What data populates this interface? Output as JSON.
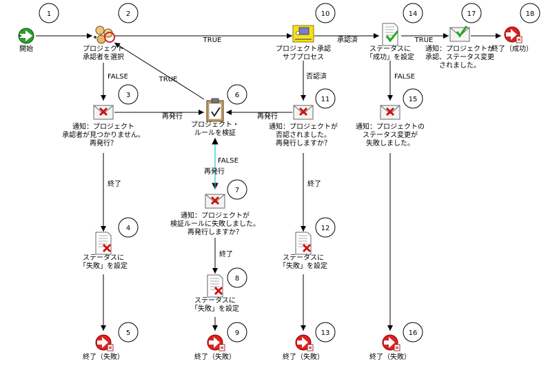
{
  "nodes": [
    {
      "id": "1",
      "type": "start",
      "label": [
        "開始"
      ]
    },
    {
      "id": "2",
      "type": "people",
      "label": [
        "プロジェクト",
        "承認者を選択"
      ]
    },
    {
      "id": "3",
      "type": "mail-error",
      "label": [
        "通知：プロジェクト",
        "承認者が見つかりません。",
        "再発行？"
      ]
    },
    {
      "id": "4",
      "type": "doc-error",
      "label": [
        "ステータスに",
        "「失敗」を設定"
      ]
    },
    {
      "id": "5",
      "type": "end",
      "label": [
        "終了（失敗）"
      ]
    },
    {
      "id": "6",
      "type": "clipboard",
      "label": [
        "プロジェクト・",
        "ルールを検証"
      ]
    },
    {
      "id": "7",
      "type": "mail-error",
      "label": [
        "通知：プロジェクトが",
        "検証ルールに失敗しました。",
        "再発行しますか？"
      ]
    },
    {
      "id": "8",
      "type": "doc-error",
      "label": [
        "ステータスに",
        "「失敗」を設定"
      ]
    },
    {
      "id": "9",
      "type": "end",
      "label": [
        "終了（失敗）"
      ]
    },
    {
      "id": "10",
      "type": "subprocess",
      "label": [
        "プロジェクト承認",
        "サブプロセス"
      ]
    },
    {
      "id": "11",
      "type": "mail-error",
      "label": [
        "通知：プロジェクトが",
        "否認されました。",
        "再発行しますか？"
      ]
    },
    {
      "id": "12",
      "type": "doc-error",
      "label": [
        "ステータスに",
        "「失敗」を設定"
      ]
    },
    {
      "id": "13",
      "type": "end",
      "label": [
        "終了（失敗）"
      ]
    },
    {
      "id": "14",
      "type": "doc-check",
      "label": [
        "ステータスに",
        "「成功」を設定"
      ]
    },
    {
      "id": "15",
      "type": "mail-error",
      "label": [
        "通知：プロジェクトの",
        "ステータス変更が",
        "失敗しました。"
      ]
    },
    {
      "id": "16",
      "type": "end",
      "label": [
        "終了（失敗）"
      ]
    },
    {
      "id": "17",
      "type": "mail-check",
      "label": [
        "通知：プロジェクトが",
        "承認、ステータス変更",
        "されました。"
      ]
    },
    {
      "id": "18",
      "type": "end",
      "label": [
        "終了（成功）"
      ]
    }
  ],
  "edges": [
    {
      "from": "1",
      "to": "2",
      "label": ""
    },
    {
      "from": "2",
      "to": "10",
      "label": "TRUE"
    },
    {
      "from": "2",
      "to": "3",
      "label": "FALSE"
    },
    {
      "from": "6",
      "to": "2",
      "label": "TRUE"
    },
    {
      "from": "3",
      "to": "6",
      "label": "再発行"
    },
    {
      "from": "3",
      "to": "4",
      "label": "終了"
    },
    {
      "from": "4",
      "to": "5",
      "label": ""
    },
    {
      "from": "6",
      "to": "7",
      "label": "FALSE"
    },
    {
      "from": "7",
      "to": "6",
      "label": "再発行"
    },
    {
      "from": "7",
      "to": "8",
      "label": "終了"
    },
    {
      "from": "8",
      "to": "9",
      "label": ""
    },
    {
      "from": "10",
      "to": "14",
      "label": "承認済"
    },
    {
      "from": "10",
      "to": "11",
      "label": "否認済"
    },
    {
      "from": "11",
      "to": "6",
      "label": "再発行"
    },
    {
      "from": "11",
      "to": "12",
      "label": "終了"
    },
    {
      "from": "12",
      "to": "13",
      "label": ""
    },
    {
      "from": "14",
      "to": "17",
      "label": "TRUE"
    },
    {
      "from": "14",
      "to": "15",
      "label": "FALSE"
    },
    {
      "from": "15",
      "to": "16",
      "label": ""
    },
    {
      "from": "17",
      "to": "18",
      "label": ""
    }
  ]
}
